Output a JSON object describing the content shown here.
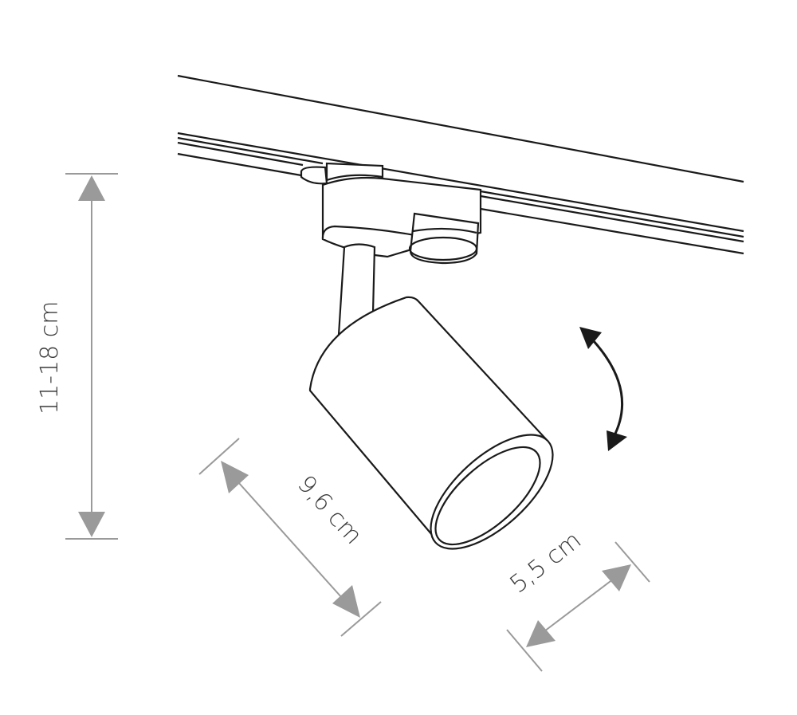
{
  "dimensions": {
    "height": "11-18 cm",
    "length": "9,6 cm",
    "diameter": "5,5 cm"
  },
  "colors": {
    "outline": "#1a1a1a",
    "dimension_line": "#9a9a9a",
    "label": "#3a3a3a"
  }
}
